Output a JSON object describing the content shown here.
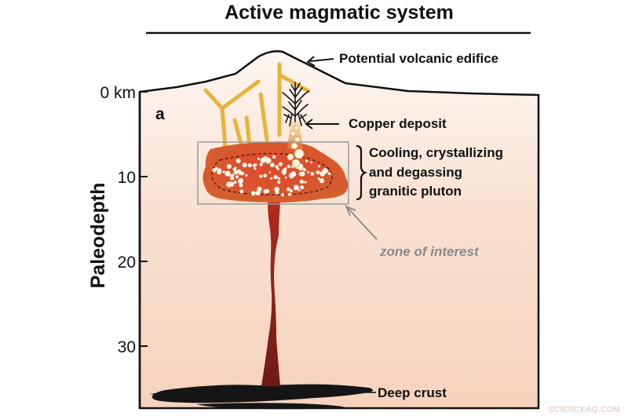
{
  "title": "Active magmatic system",
  "panel_label": "a",
  "axis": {
    "label": "Paleodepth",
    "ticks": [
      "0 km",
      "10",
      "20",
      "30"
    ]
  },
  "annotations": {
    "volcanic_edifice": "Potential volcanic edifice",
    "copper_deposit": "Copper deposit",
    "pluton_line1": "Cooling, crystallizing",
    "pluton_line2": "and degassing",
    "pluton_line3": "granitic pluton",
    "zone_of_interest": "zone of interest",
    "deep_crust": "Deep crust"
  },
  "watermark": "SCIENCEAQ.COM",
  "colors": {
    "pluton": "#d9502a",
    "conduit": "#8c1c1c",
    "veins": "#e9b33a",
    "crust_bottom": "#f6d2bc",
    "deep_crust": "#1a1a1a",
    "zone_label": "#8a8a8a"
  }
}
